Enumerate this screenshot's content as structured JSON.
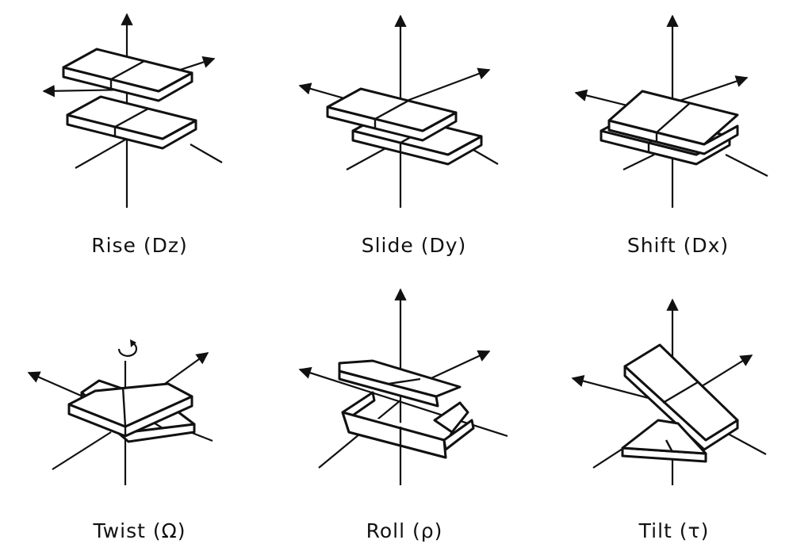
{
  "figure": {
    "panels": [
      {
        "id": "rise",
        "label": "Rise (Dz)"
      },
      {
        "id": "slide",
        "label": "Slide (Dy)"
      },
      {
        "id": "shift",
        "label": "Shift (Dx)"
      },
      {
        "id": "twist",
        "label": "Twist (Ω)"
      },
      {
        "id": "roll",
        "label": "Roll (ρ)"
      },
      {
        "id": "tilt",
        "label": "Tilt (τ)"
      }
    ]
  },
  "style": {
    "ink": "#111111",
    "background": "#ffffff"
  }
}
